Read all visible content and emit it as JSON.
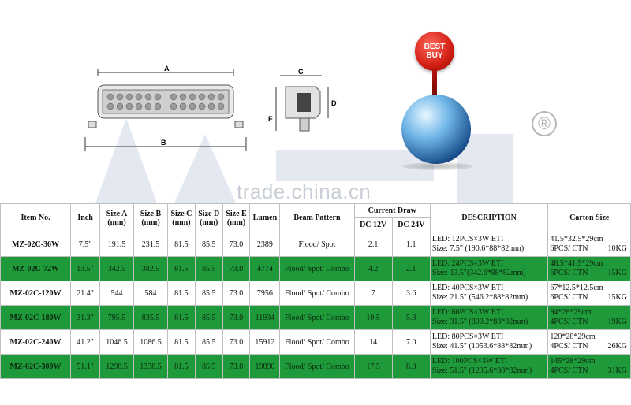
{
  "diagram": {
    "label_a": "A",
    "label_b": "B",
    "label_c": "C",
    "label_d": "D",
    "label_e": "E"
  },
  "badge": {
    "line1": "BEST",
    "line2": "BUY",
    "color": "#d11d12"
  },
  "watermark": "trade.china.cn",
  "registered_mark": "®",
  "table": {
    "headers": {
      "item": "Item No.",
      "inch": "Inch",
      "size_a": "Size A\n(mm)",
      "size_b": "Size B\n(mm)",
      "size_c": "Size C\n(mm)",
      "size_d": "Size D\n(mm)",
      "size_e": "Size E\n(mm)",
      "lumen": "Lumen",
      "beam": "Beam Pattern",
      "current": "Current Draw",
      "dc12": "DC 12V",
      "dc24": "DC 24V",
      "description": "DESCRIPTION",
      "carton": "Carton Size"
    },
    "rows": [
      {
        "item": "MZ-02C-36W",
        "inch": "7.5\"",
        "a": "191.5",
        "b": "231.5",
        "c": "81.5",
        "d": "85.5",
        "e": "73.0",
        "lumen": "2389",
        "beam": "Flood/ Spot",
        "dc12": "2.1",
        "dc24": "1.1",
        "led": "LED: 12PCS×3W ETI",
        "size": "Size: 7.5\" (190.6*88*82mm)",
        "carton1": "41.5*32.5*29cm",
        "carton2": "6PCS/ CTN",
        "weight": "10KG",
        "style": "white"
      },
      {
        "item": "MZ-02C-72W",
        "inch": "13.5\"",
        "a": "342.5",
        "b": "382.5",
        "c": "81.5",
        "d": "85.5",
        "e": "73.0",
        "lumen": "4774",
        "beam": "Flood/ Spot/ Combo",
        "dc12": "4.2",
        "dc24": "2.1",
        "led": "LED: 24PCS×3W ETI",
        "size": "Size: 13.5\"(342.6*88*82mm)",
        "carton1": "48.5*41.5*29cm",
        "carton2": "6PCS/ CTN",
        "weight": "15KG",
        "style": "green"
      },
      {
        "item": "MZ-02C-120W",
        "inch": "21.4\"",
        "a": "544",
        "b": "584",
        "c": "81.5",
        "d": "85.5",
        "e": "73.0",
        "lumen": "7956",
        "beam": "Flood/ Spot/ Combo",
        "dc12": "7",
        "dc24": "3.6",
        "led": "LED: 40PCS×3W ETI",
        "size": "Size: 21.5\" (546.2*88*82mm)",
        "carton1": "67*12.5*12.5cm",
        "carton2": "6PCS/ CTN",
        "weight": "15KG",
        "style": "white"
      },
      {
        "item": "MZ-02C-180W",
        "inch": "31.3\"",
        "a": "795.5",
        "b": "835.5",
        "c": "81.5",
        "d": "85.5",
        "e": "73.0",
        "lumen": "11934",
        "beam": "Flood/ Spot/ Combo",
        "dc12": "10.5",
        "dc24": "5.3",
        "led": "LED: 60PCS×3W ETI",
        "size": "Size: 31.5\" (800.2*88*82mm)",
        "carton1": "94*28*29cm",
        "carton2": "4PCS/ CTN",
        "weight": "19KG",
        "style": "green"
      },
      {
        "item": "MZ-02C-240W",
        "inch": "41.2\"",
        "a": "1046.5",
        "b": "1086.5",
        "c": "81.5",
        "d": "85.5",
        "e": "73.0",
        "lumen": "15912",
        "beam": "Flood/ Spot/ Combo",
        "dc12": "14",
        "dc24": "7.0",
        "led": "LED: 80PCS×3W ETI",
        "size": "Size: 41.5\" (1053.6*88*82mm)",
        "carton1": "120*28*29cm",
        "carton2": "4PCS/ CTN",
        "weight": "26KG",
        "style": "white"
      },
      {
        "item": "MZ-02C-300W",
        "inch": "51.1\"",
        "a": "1298.5",
        "b": "1338.5",
        "c": "81.5",
        "d": "85.5",
        "e": "73.0",
        "lumen": "19890",
        "beam": "Flood/ Spot/ Combo",
        "dc12": "17.5",
        "dc24": "8.8",
        "led": "LED: 100PCS×3W ETI",
        "size": "Size: 51.5\" (1295.6*88*82mm)",
        "carton1": "145*28*29cm",
        "carton2": "4PCS/ CTN",
        "weight": "31KG",
        "style": "green"
      }
    ]
  }
}
